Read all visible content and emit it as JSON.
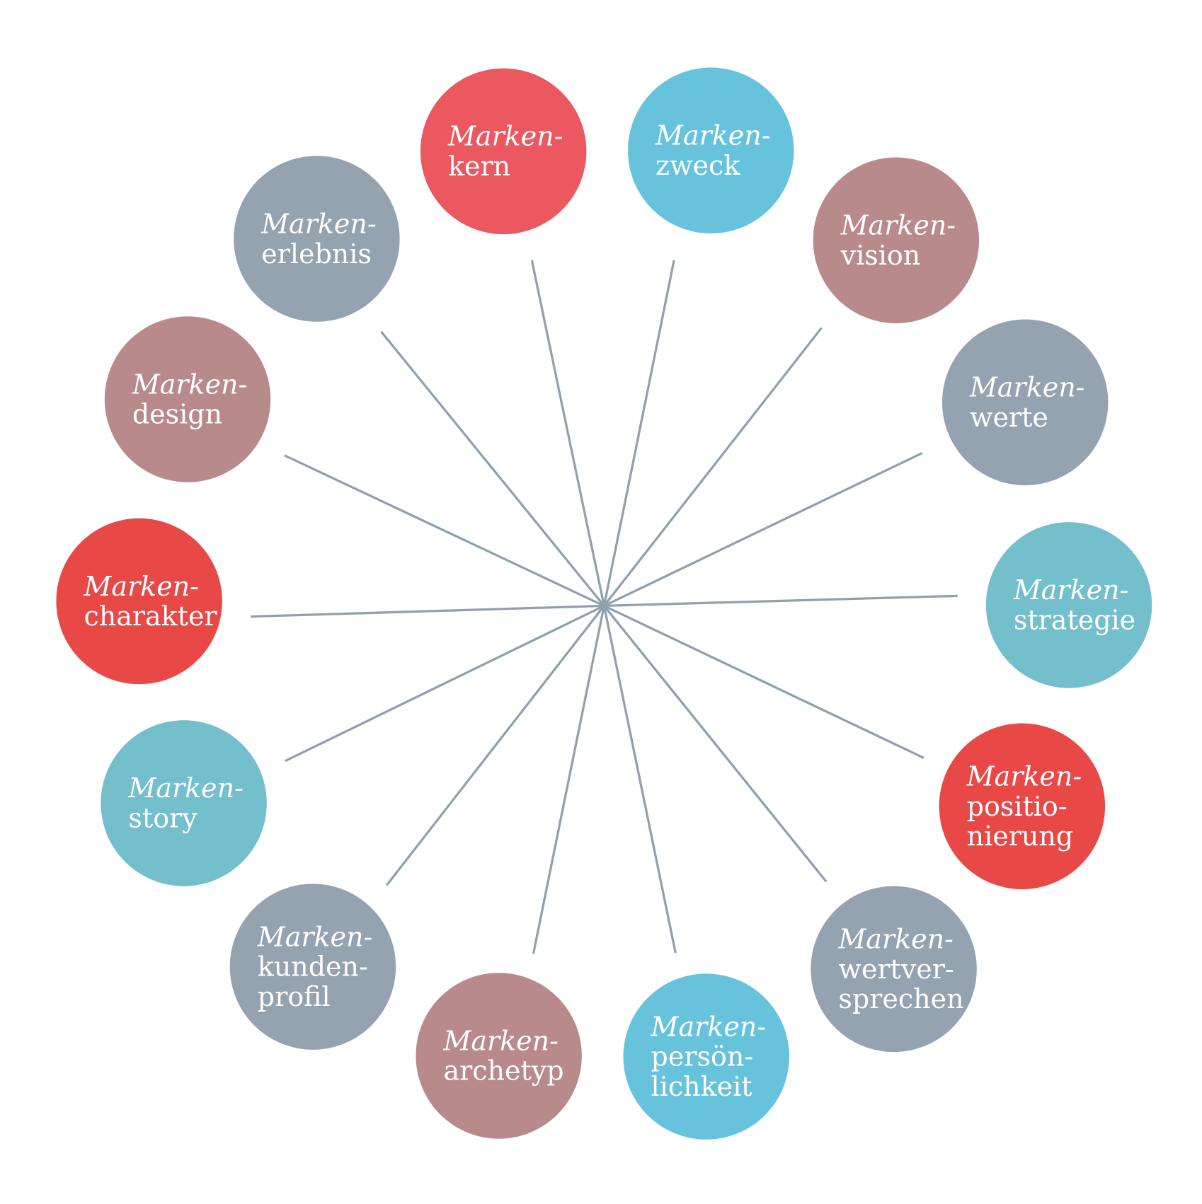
{
  "spoke_color": "#8FA0AE",
  "nodes": [
    {
      "prefix": "Marken-",
      "lines": [
        "kern"
      ],
      "color": "#EB5860"
    },
    {
      "prefix": "Marken-",
      "lines": [
        "zweck"
      ],
      "color": "#67C3DC"
    },
    {
      "prefix": "Marken-",
      "lines": [
        "vision"
      ],
      "color": "#B98A8C"
    },
    {
      "prefix": "Marken-",
      "lines": [
        "werte"
      ],
      "color": "#94A3AF"
    },
    {
      "prefix": "Marken-",
      "lines": [
        "strategie"
      ],
      "color": "#73BFCC"
    },
    {
      "prefix": "Marken-",
      "lines": [
        "positio-",
        "nierung"
      ],
      "color": "#E84846"
    },
    {
      "prefix": "Marken-",
      "lines": [
        "wertver-",
        "sprechen"
      ],
      "color": "#94A3AF"
    },
    {
      "prefix": "Marken-",
      "lines": [
        "persön-",
        "lichkeit"
      ],
      "color": "#67C3DC"
    },
    {
      "prefix": "Marken-",
      "lines": [
        "archetyp"
      ],
      "color": "#B98A8C"
    },
    {
      "prefix": "Marken-",
      "lines": [
        "kunden-",
        "profil"
      ],
      "color": "#94A3AF"
    },
    {
      "prefix": "Marken-",
      "lines": [
        "story"
      ],
      "color": "#73BFCC"
    },
    {
      "prefix": "Marken-",
      "lines": [
        "charakter"
      ],
      "color": "#E84846"
    },
    {
      "prefix": "Marken-",
      "lines": [
        "design"
      ],
      "color": "#B98A8C"
    },
    {
      "prefix": "Marken-",
      "lines": [
        "erlebnis"
      ],
      "color": "#94A3AF"
    }
  ]
}
